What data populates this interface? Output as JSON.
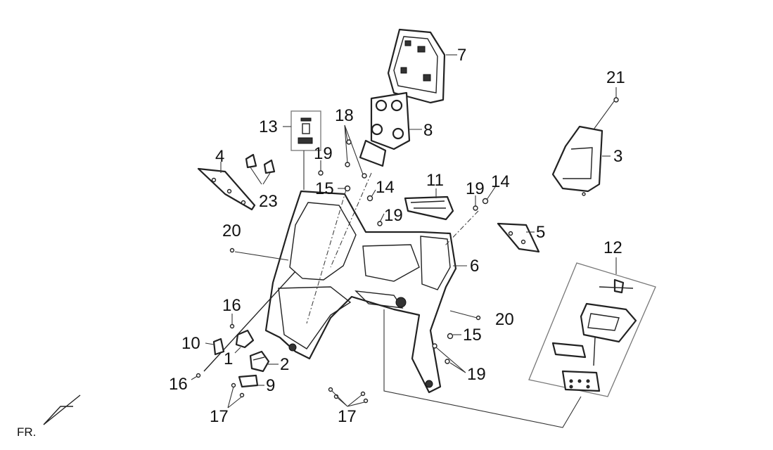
{
  "callouts": {
    "n1": "1",
    "n2": "2",
    "n3": "3",
    "n4": "4",
    "n5": "5",
    "n6": "6",
    "n7": "7",
    "n8": "8",
    "n9": "9",
    "n10": "10",
    "n11": "11",
    "n12": "12",
    "n13": "13",
    "n14a": "14",
    "n14b": "14",
    "n15a": "15",
    "n15b": "15",
    "n16a": "16",
    "n16b": "16",
    "n17a": "17",
    "n17b": "17",
    "n18": "18",
    "n19a": "19",
    "n19b": "19",
    "n19c": "19",
    "n19d": "19",
    "n20a": "20",
    "n20b": "20",
    "n21": "21",
    "n23": "23"
  },
  "orientation_label": "FR."
}
